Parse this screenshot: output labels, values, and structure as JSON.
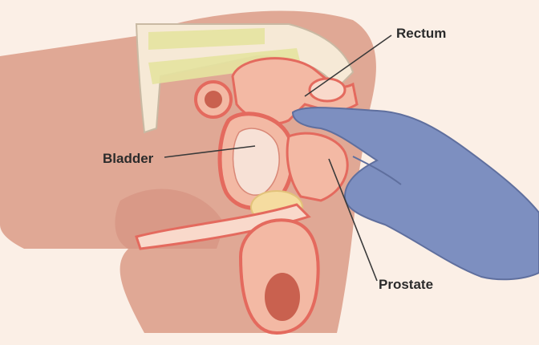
{
  "labels": {
    "rectum": "Rectum",
    "bladder": "Bladder",
    "prostate": "Prostate"
  },
  "colors": {
    "background": "#fbefe6",
    "skin": "#e0a895",
    "tissue": "#f3b9a4",
    "tissue_edge": "#e46a5e",
    "bone": "#e6e3a0",
    "glove": "#7d8fc0",
    "leader_line": "#3a3a3a"
  }
}
